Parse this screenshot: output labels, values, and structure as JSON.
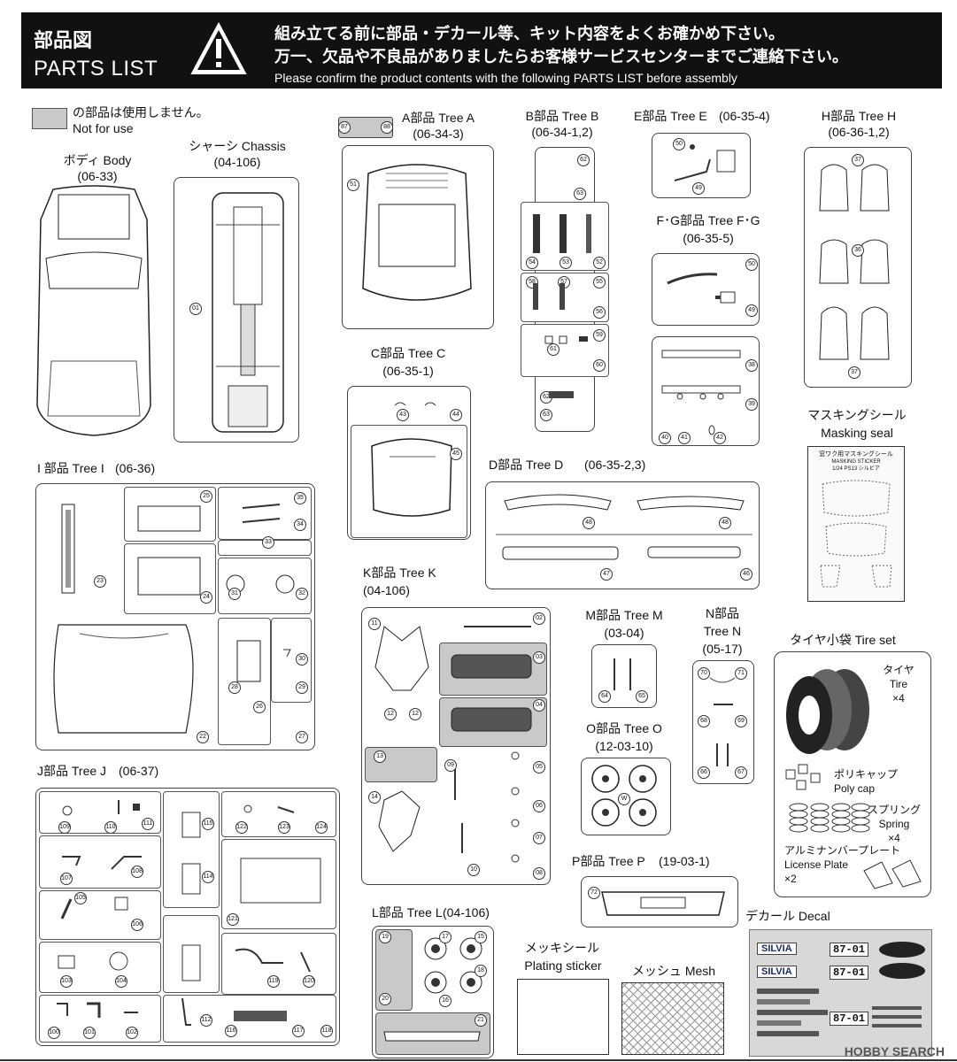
{
  "header": {
    "title_ja": "部品図",
    "title_en": "PARTS LIST",
    "warning_line1": "組み立てる前に部品・デカール等、キット内容をよくお確かめ下さい。",
    "warning_line2": "万一、欠品や不良品がありましたらお客様サービスセンターまでご連絡下さい。",
    "warning_line3": "Please confirm the product contents with the following PARTS LIST before assembly"
  },
  "legend": {
    "ja": "の部品は使用しません。",
    "en": "Not for use"
  },
  "sections": {
    "body": {
      "label": "ボディ Body",
      "code": "(06-33)"
    },
    "chassis": {
      "label": "シャーシ Chassis",
      "code": "(04-106)",
      "part": "01"
    },
    "tree_a": {
      "label": "A部品 Tree A",
      "code": "(06-34-3)",
      "parts": [
        "87",
        "88",
        "51"
      ]
    },
    "tree_b": {
      "label": "B部品 Tree B",
      "code": "(06-34-1,2)",
      "parts": [
        "62",
        "63",
        "54",
        "53",
        "52",
        "58",
        "57",
        "55",
        "56",
        "61",
        "59",
        "60",
        "62",
        "63"
      ]
    },
    "tree_e": {
      "label": "E部品 Tree E",
      "code": "(06-35-4)",
      "parts": [
        "50",
        "49"
      ]
    },
    "tree_h": {
      "label": "H部品 Tree H",
      "code": "(06-36-1,2)",
      "parts": [
        "37",
        "36",
        "37"
      ]
    },
    "tree_fg": {
      "label": "F･G部品 Tree F･G",
      "code": "(06-35-5)",
      "parts": [
        "50",
        "49",
        "38",
        "39",
        "40",
        "41",
        "42"
      ]
    },
    "tree_c": {
      "label": "C部品 Tree C",
      "code": "(06-35-1)",
      "parts": [
        "43",
        "44",
        "45"
      ]
    },
    "masking": {
      "label_ja": "マスキングシール",
      "label_en": "Masking seal",
      "sheet_title": "窓ワク用マスキングシール",
      "sheet_sub": "MASKING STICKER",
      "sheet_model": "1/24 PS13 シルビア"
    },
    "tree_d": {
      "label": "D部品 Tree D",
      "code": "(06-35-2,3)",
      "parts": [
        "48",
        "48",
        "47",
        "46"
      ]
    },
    "tree_i": {
      "label": "I 部品 Tree I",
      "code": "(06-36)",
      "parts": [
        "25",
        "35",
        "34",
        "33",
        "23",
        "24",
        "31",
        "32",
        "28",
        "30",
        "29",
        "26",
        "22",
        "27"
      ]
    },
    "tree_k": {
      "label": "K部品 Tree K",
      "code": "(04-106)",
      "parts": [
        "11",
        "02",
        "03",
        "12",
        "12",
        "04",
        "13",
        "09",
        "05",
        "14",
        "06",
        "07",
        "10",
        "08"
      ]
    },
    "tree_m": {
      "label": "M部品 Tree M",
      "code": "(03-04)",
      "parts": [
        "64",
        "65"
      ]
    },
    "tree_n": {
      "label_line1": "N部品",
      "label_line2": "Tree N",
      "code": "(05-17)",
      "parts": [
        "70",
        "71",
        "68",
        "69",
        "66",
        "67"
      ]
    },
    "tree_o": {
      "label": "O部品 Tree O",
      "code": "(12-03-10)",
      "parts": [
        "W"
      ]
    },
    "tire_set": {
      "label": "タイヤ小袋 Tire set",
      "tire_ja": "タイヤ",
      "tire_en": "Tire",
      "tire_qty": "×4",
      "polycap_ja": "ポリキャップ",
      "polycap_en": "Poly cap",
      "spring_ja": "スプリング",
      "spring_en": "Spring",
      "spring_qty": "×4",
      "plate_ja": "アルミナンバープレート",
      "plate_en": "License Plate",
      "plate_qty": "×2"
    },
    "tree_j": {
      "label": "J部品 Tree J",
      "code": "(06-37)",
      "parts": [
        "109",
        "110",
        "111",
        "115",
        "122",
        "123",
        "124",
        "107",
        "108",
        "114",
        "105",
        "106",
        "121",
        "103",
        "104",
        "119",
        "120",
        "100",
        "101",
        "102",
        "112",
        "116",
        "117",
        "118"
      ]
    },
    "tree_p": {
      "label": "P部品 Tree P",
      "code": "(19-03-1)",
      "parts": [
        "72"
      ]
    },
    "tree_l": {
      "label": "L部品 Tree L",
      "code": "(04-106)",
      "parts": [
        "19",
        "17",
        "15",
        "18",
        "16",
        "20",
        "21"
      ]
    },
    "plating": {
      "label_ja": "メッキシール",
      "label_en": "Plating sticker"
    },
    "mesh": {
      "label": "メッシュ Mesh"
    },
    "decal": {
      "label": "デカール Decal",
      "brand1": "SILVIA",
      "brand2": "SILVIA",
      "plate1": "87-01",
      "plate2": "87-01",
      "plate3": "87-01"
    }
  },
  "watermark": "HOBBY SEARCH"
}
